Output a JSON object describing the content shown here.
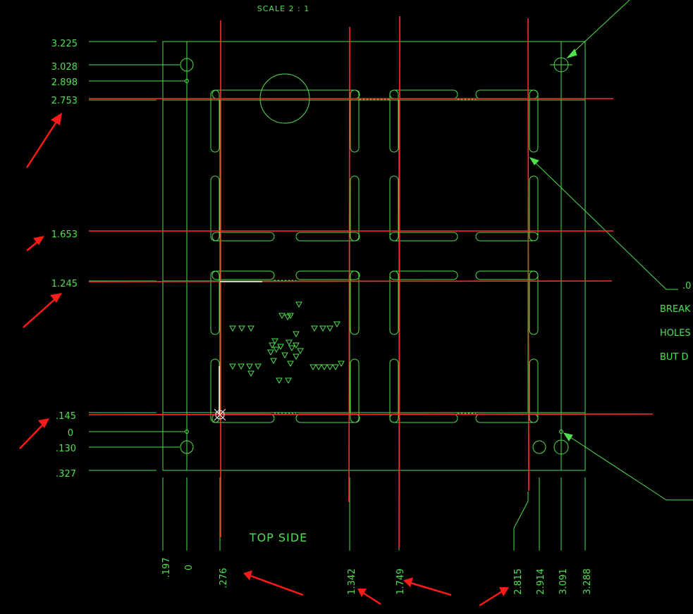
{
  "drawing": {
    "scale_label": "SCALE 2 : 1",
    "view_label": "TOP SIDE",
    "y_dimensions": [
      "3.225",
      "3.028",
      "2.898",
      "2.753",
      "1.653",
      "1.245",
      ".145",
      "0",
      ".130",
      ".327"
    ],
    "x_dimensions": [
      ".197",
      "0",
      ".276",
      "1.342",
      "1.749",
      "2.815",
      "2.914",
      "3.091",
      "3.288"
    ],
    "note_lines": [
      ".0",
      "BREAK",
      "HOLES",
      "BUT D"
    ]
  },
  "colors": {
    "geometry": "#4ee04e",
    "highlight": "#ff2a2a",
    "cursor": "#ffffff"
  }
}
